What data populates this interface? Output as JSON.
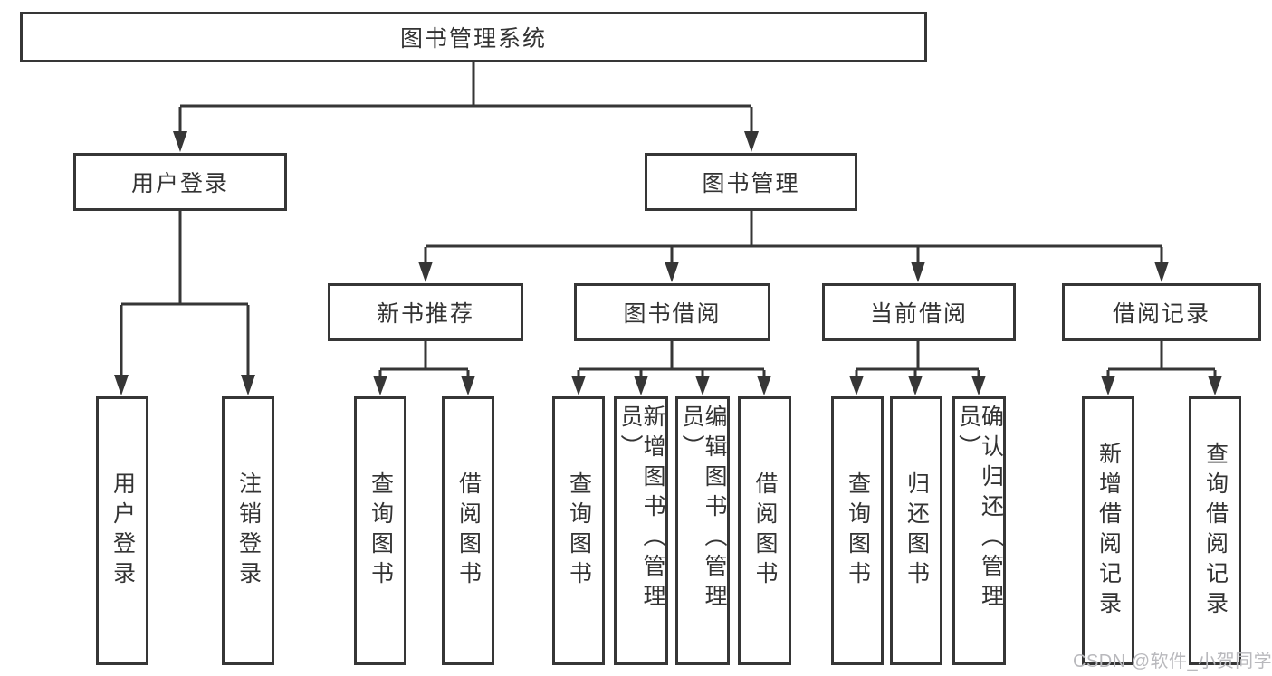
{
  "diagram": {
    "nodes": {
      "root": "图书管理系统",
      "level2": [
        "用户登录",
        "图书管理"
      ],
      "level3": [
        "新书推荐",
        "图书借阅",
        "当前借阅",
        "借阅记录"
      ],
      "leaves": {
        "user_login": [
          "用户登录",
          "注销登录"
        ],
        "new_book": [
          "查询图书",
          "借阅图书"
        ],
        "book_borrow": [
          "查询图书",
          "新增图书（管理员）",
          "编辑图书（管理员）",
          "借阅图书"
        ],
        "current_borrow": [
          "查询图书",
          "归还图书",
          "确认归还（管理员）"
        ],
        "records": [
          "新增借阅记录",
          "查询借阅记录"
        ]
      }
    },
    "watermark": "CSDN @软件_小贺同学",
    "colors": {
      "line": "#363636",
      "text": "#333333",
      "box_fill": "#ffffff",
      "background": "#ffffff",
      "watermark": "#b9b9bd"
    }
  }
}
